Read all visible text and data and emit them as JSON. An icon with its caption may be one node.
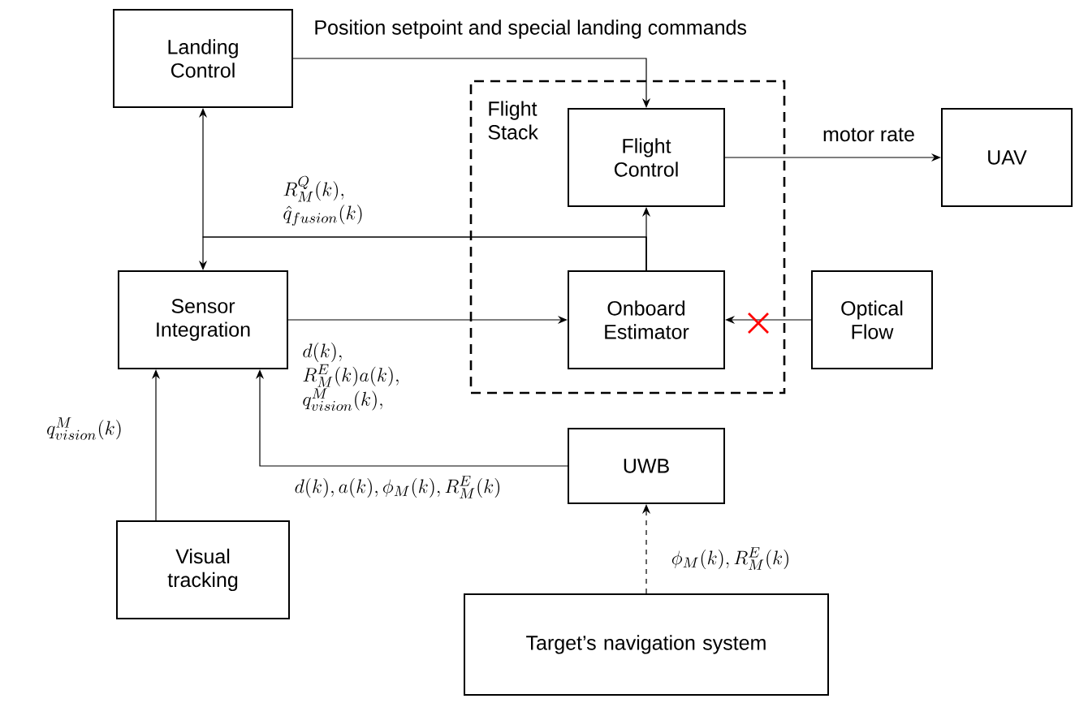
{
  "diagram": {
    "nodes": [
      {
        "text": [
          "Landing Control"
        ]
      },
      {
        "text": [
          "Flight Stack"
        ]
      },
      {
        "text": [
          "Flight Control"
        ],
        "in": 1
      },
      {
        "text": [
          "UAV"
        ]
      },
      {
        "text": [
          "Sensor Integration"
        ]
      },
      {
        "text": [
          "Onboard Estimator"
        ],
        "in": 1
      },
      {
        "text": [
          "Optical Flow"
        ]
      },
      {
        "text": [
          "UWB"
        ]
      },
      {
        "text": [
          "Visual tracking"
        ]
      },
      {
        "text": [
          "Target’s navigation system"
        ]
      }
    ],
    "edges": [
      {
        "from": 0,
        "to": 2,
        "arrow": "to",
        "label": "Position setpoint and special landing commands"
      },
      {
        "from": 5,
        "to": 2,
        "arrow": "to"
      },
      {
        "from": 5,
        "to": 0,
        "arrow": "to",
        "label": "\\begin{array}{l}R_M^Q(k),\\\\ \\hat{q}_{fusion}(k)\\end{array}"
      },
      {
        "from": 5,
        "to": 4,
        "arrow": "to"
      },
      {
        "from": 4,
        "to": 5,
        "arrow": "to",
        "label": "\\begin{array}{l}d(k),\\\\ R_M^E(k)a(k),\\\\ q_{vision}^M(k),\\end{array}"
      },
      {
        "from": 6,
        "to": 5,
        "arrow": "to"
      },
      {
        "from": 2,
        "to": 3,
        "arrow": "to",
        "label": "motor rate"
      },
      {
        "from": 7,
        "to": 4,
        "arrow": "to",
        "label": "d(k), a(k), \\phi_M(k), R_M^E(k)"
      },
      {
        "from": 8,
        "to": 4,
        "arrow": "to",
        "label": "q_{vision}^M(k)"
      },
      {
        "from": 9,
        "to": 7,
        "arrow": "to",
        "style": "dashed",
        "label": "\\phi_M(k), R_M^E(k)"
      }
    ]
  }
}
